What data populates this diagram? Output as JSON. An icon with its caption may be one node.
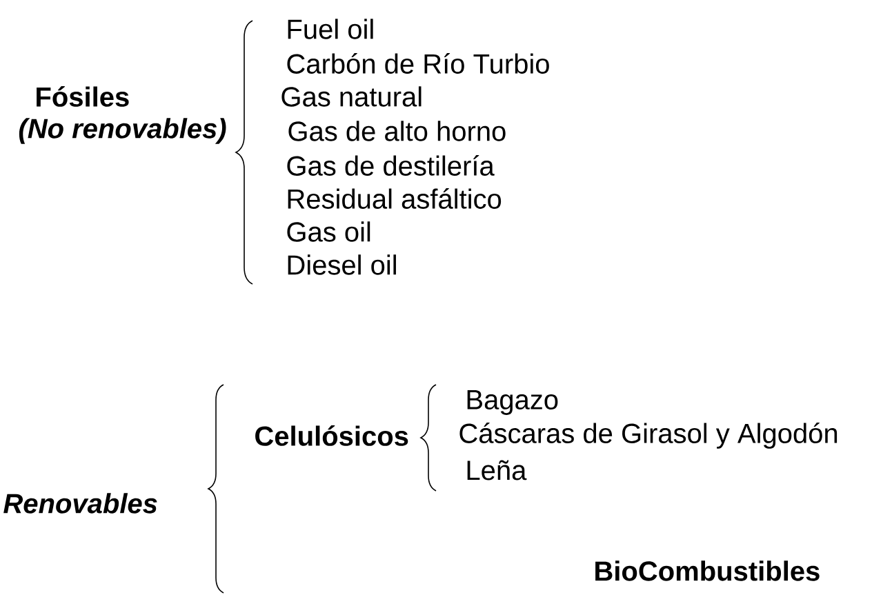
{
  "diagram": {
    "labels": [
      "Fuel oil",
      "Carbón de Río Turbio",
      "Fósiles",
      "Gas natural",
      "(No renovables)",
      "Gas de alto horno",
      "Gas de destilería",
      "Residual asfáltico",
      "Gas oil",
      "Diesel oil",
      "Bagazo",
      "Celulósicos",
      "Cáscaras de Girasol y Algodón",
      "Leña",
      "Renovables",
      "BioCombustibles"
    ]
  }
}
